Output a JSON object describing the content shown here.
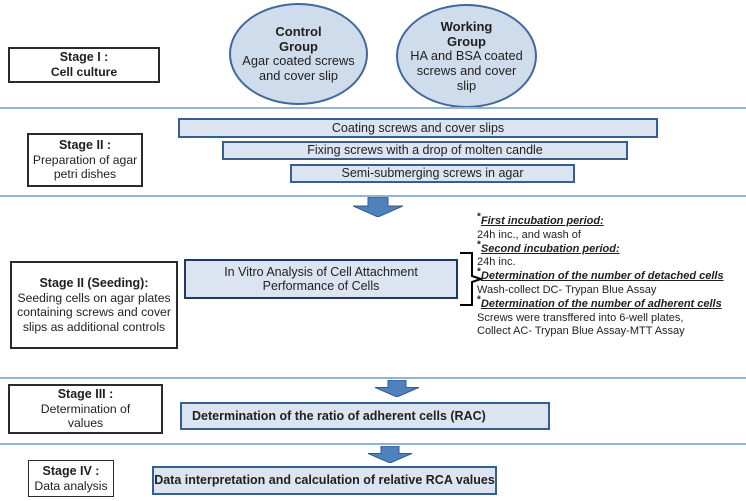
{
  "stage1": {
    "label_title": "Stage I :",
    "label_body": "Cell culture",
    "control_group": {
      "title": "Control Group",
      "body": "Agar coated screws and cover slip"
    },
    "working_group": {
      "title": "Working Group",
      "body": "HA and BSA coated screws and cover slip"
    }
  },
  "stage2": {
    "label_title": "Stage II :",
    "label_body": "Preparation of agar petri dishes",
    "bars": [
      {
        "label": "Coating screws and cover slips"
      },
      {
        "label": "Fixing screws with a drop of molten candle"
      },
      {
        "label": "Semi-submerging screws in agar"
      }
    ]
  },
  "seeding": {
    "label_title": "Stage II (Seeding):",
    "label_body": "Seeding cells on agar plates containing screws and cover slips as additional controls",
    "analysis_box": "In Vitro Analysis of Cell Attachment Performance of Cells",
    "notes": [
      {
        "marker": "*",
        "text": "First incubation period:",
        "heading": true
      },
      {
        "text": "24h inc., and wash of"
      },
      {
        "marker": "*",
        "text": "Second incubation period:",
        "heading": true
      },
      {
        "text": "24h inc."
      },
      {
        "marker": "*",
        "text": "Determination of the number of detached cells",
        "heading": true
      },
      {
        "text": "Wash-collect DC- Trypan Blue Assay"
      },
      {
        "marker": "*",
        "text": "Determination of the number of adherent cells",
        "heading": true
      },
      {
        "text": "Screws were transffered into 6-well plates,"
      },
      {
        "text": "Collect AC- Trypan Blue Assay-MTT Assay"
      }
    ]
  },
  "stage3": {
    "label_title": "Stage III :",
    "label_body": "Determination of values",
    "box": "Determination of the ratio of adherent cells (RAC)"
  },
  "stage4": {
    "label_title": "Stage IV :",
    "label_body": "Data analysis",
    "box": "Data interpretation and calculation of relative RCA values"
  },
  "colors": {
    "box_fill": "#dbe4f0",
    "box_border": "#365f91",
    "ellipse_fill": "#cfdceb",
    "ellipse_border": "#41689e",
    "arrow_fill": "#4f81bd",
    "divider": "#94b2d6"
  }
}
